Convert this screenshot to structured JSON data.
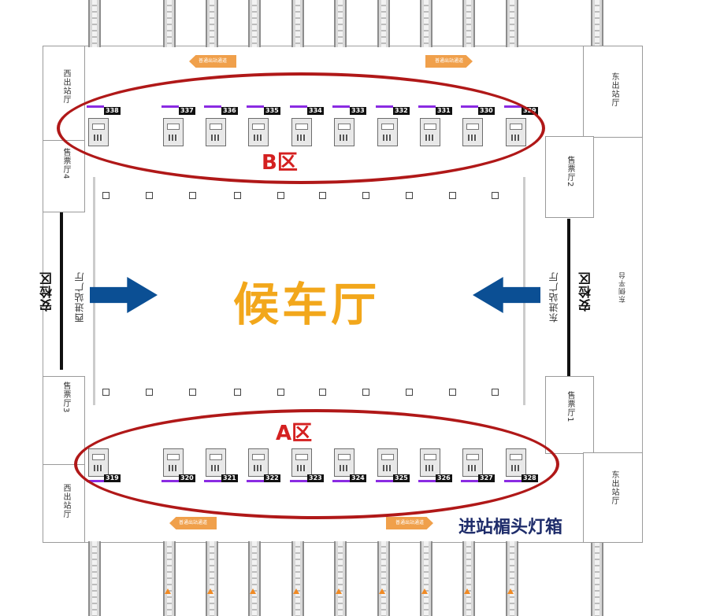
{
  "map": {
    "hall_title": "候车厅",
    "zone_b_label": "B区",
    "zone_a_label": "A区",
    "lightbox_label": "进站楣头灯箱",
    "west_exit_top": "西出站厅",
    "west_exit_bottom": "西出站厅",
    "east_exit_top": "东出站厅",
    "east_exit_bottom": "东出站厅",
    "ticket_hall_4": "售票厅4",
    "ticket_hall_3": "售票厅3",
    "ticket_hall_2": "售票厅2",
    "ticket_hall_1": "售票厅1",
    "west_entrance": "西进站广厅",
    "east_entrance": "东进站广厅",
    "security_left": "安检区",
    "security_right": "安检区",
    "east_platform": "东侧平台",
    "sign_left_top": "普通出站通道",
    "sign_right_top": "普通出站通道",
    "sign_left_bottom": "普通出站通道",
    "sign_right_bottom": "普通出站通道",
    "gates_b": [
      "338",
      "337",
      "336",
      "335",
      "334",
      "333",
      "332",
      "331",
      "330",
      "329"
    ],
    "gates_a": [
      "319",
      "320",
      "321",
      "322",
      "323",
      "324",
      "325",
      "326",
      "327",
      "328"
    ]
  },
  "colors": {
    "title": "#f2a71b",
    "zone_label": "#d42020",
    "ellipse": "#b01818",
    "arrow": "#0b4f94",
    "lightbox": "#1f2d6b",
    "purple_marker": "#8a2be2"
  }
}
